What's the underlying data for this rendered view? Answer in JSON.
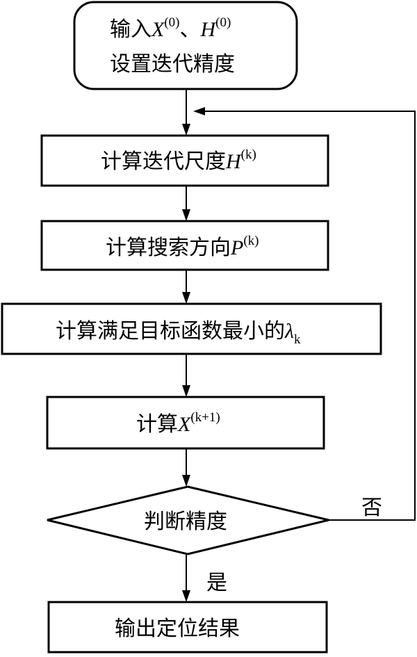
{
  "nodes": {
    "start": {
      "line1_prefix": "输入",
      "x_var": "X",
      "x_sup": "(0)",
      "separator": "、",
      "h_var": "H",
      "h_sup": "(0)",
      "line2": "设置迭代精度"
    },
    "step_h": {
      "text": "计算迭代尺度",
      "var": "H",
      "sup": "(k)"
    },
    "step_p": {
      "text": "计算搜索方向",
      "var": "P",
      "sup": "(k)"
    },
    "step_lambda": {
      "text": "计算满足目标函数最小的",
      "var": "λ",
      "sub": "k"
    },
    "step_x": {
      "text": "计算",
      "var": "X",
      "sup": "(k+1)"
    },
    "decision": {
      "text": "判断精度"
    },
    "end": {
      "text": "输出定位结果"
    }
  },
  "edges": {
    "no_label": "否",
    "yes_label": "是"
  }
}
